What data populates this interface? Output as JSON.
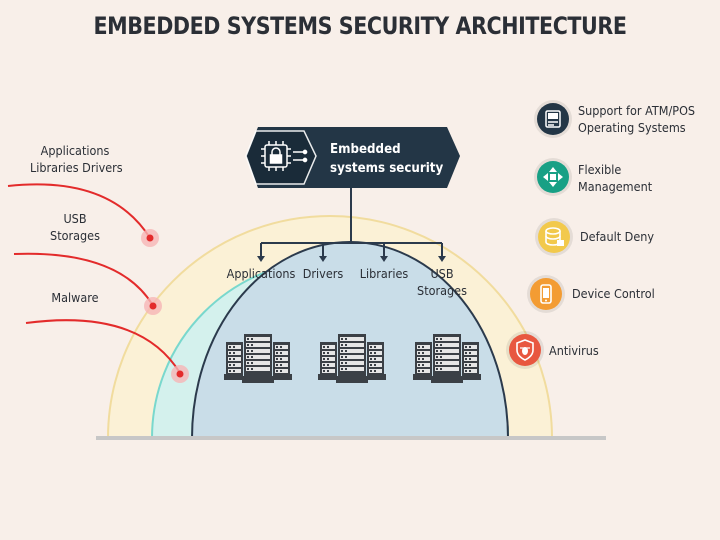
{
  "title": "EMBEDDED SYSTEMS SECURITY ARCHITECTURE",
  "core": {
    "line1": "Embedded",
    "line2": "systems security"
  },
  "threats": [
    {
      "line1": "Applications",
      "line2": "Libraries Drivers"
    },
    {
      "line1": "USB",
      "line2": "Storages"
    },
    {
      "line1": "Malware",
      "line2": ""
    }
  ],
  "components": [
    {
      "line1": "Applications",
      "line2": ""
    },
    {
      "line1": "Drivers",
      "line2": ""
    },
    {
      "line1": "Libraries",
      "line2": ""
    },
    {
      "line1": "USB",
      "line2": "Storages"
    }
  ],
  "features": [
    {
      "line1": "Support for ATM/POS",
      "line2": "Operating Systems",
      "icon": "atm-screen-icon",
      "color": "#233646"
    },
    {
      "line1": "Flexible",
      "line2": "Management",
      "icon": "network-arrows-icon",
      "color": "#18a085"
    },
    {
      "line1": "Default Deny",
      "line2": "",
      "icon": "database-lock-icon",
      "color": "#f2c94c"
    },
    {
      "line1": "Device Control",
      "line2": "",
      "icon": "mobile-device-icon",
      "color": "#f39c33"
    },
    {
      "line1": "Antivirus",
      "line2": "",
      "icon": "shield-bug-icon",
      "color": "#e8573f"
    }
  ],
  "colors": {
    "outer_ring": "#fbf1d6",
    "outer_ring_stroke": "#f1dc9e",
    "middle_ring": "#d4f1ed",
    "middle_ring_stroke": "#79d8cd",
    "inner_dome": "#c9dde8",
    "inner_dome_stroke": "#2b3a4c",
    "badge": "#233646",
    "threat": "#e32b2b"
  }
}
